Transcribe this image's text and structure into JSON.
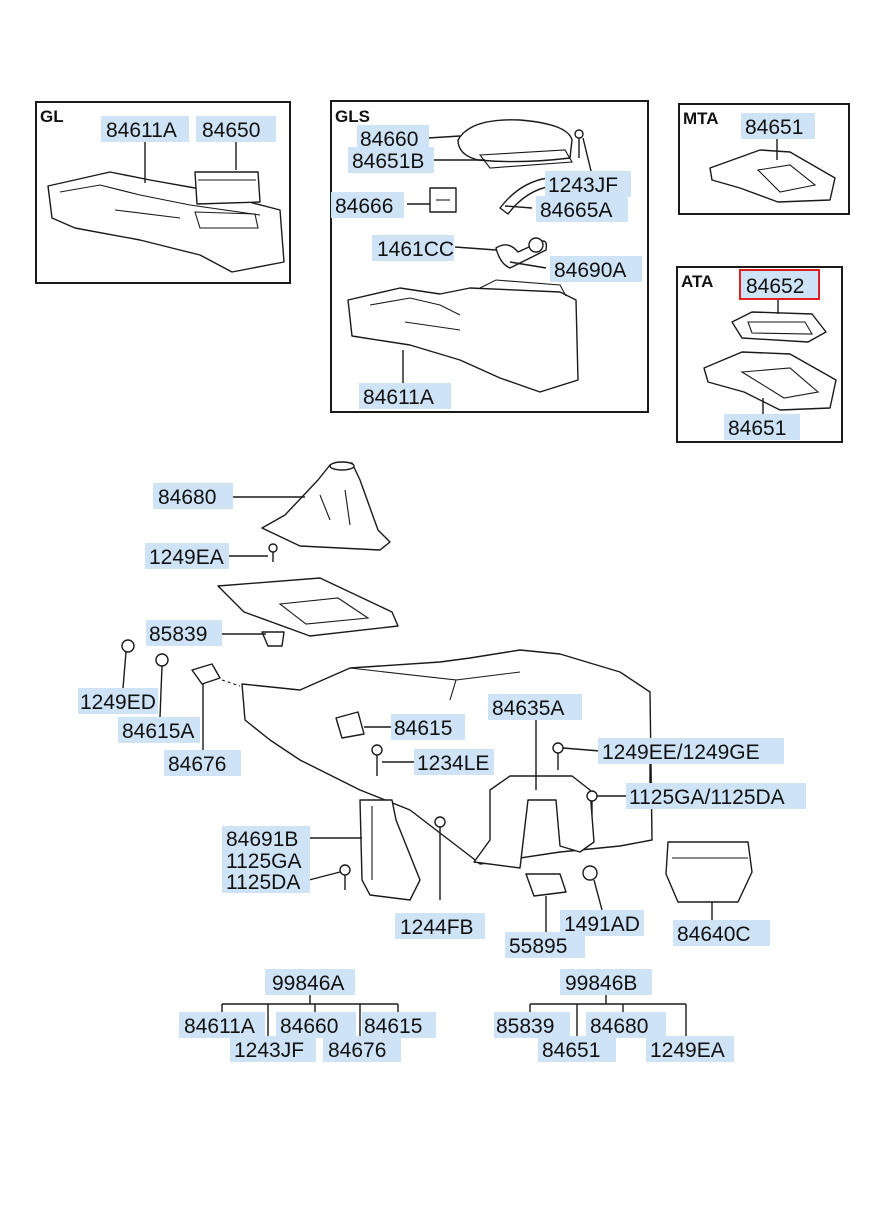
{
  "sections": {
    "gl": "GL",
    "gls": "GLS",
    "mta": "MTA",
    "ata": "ATA"
  },
  "labels": {
    "gl_84611A": "84611A",
    "gl_84650": "84650",
    "gls_84660": "84660",
    "gls_84651B": "84651B",
    "gls_1243JF": "1243JF",
    "gls_84666": "84666",
    "gls_84665A": "84665A",
    "gls_1461CC": "1461CC",
    "gls_84690A": "84690A",
    "gls_84611A": "84611A",
    "mta_84651": "84651",
    "ata_84652": "84652",
    "ata_84651": "84651",
    "p84680": "84680",
    "p1249EA": "1249EA",
    "p85839": "85839",
    "p1249ED": "1249ED",
    "p84615A": "84615A",
    "p84676": "84676",
    "p84615": "84615",
    "p84635A": "84635A",
    "p1249EE_GE": "1249EE/1249GE",
    "p1234LE": "1234LE",
    "p1125GA_DA": "1125GA/1125DA",
    "p84691B": "84691B",
    "p1125GA": "1125GA",
    "p1125DA": "1125DA",
    "p1244FB": "1244FB",
    "p1491AD": "1491AD",
    "p55895": "55895",
    "p84640C": "84640C",
    "k1_head": "99846A",
    "k1_84611A": "84611A",
    "k1_84660": "84660",
    "k1_84615": "84615",
    "k1_1243JF": "1243JF",
    "k1_84676": "84676",
    "k2_head": "99846B",
    "k2_85839": "85839",
    "k2_84680": "84680",
    "k2_84651": "84651",
    "k2_1249EA": "1249EA"
  }
}
